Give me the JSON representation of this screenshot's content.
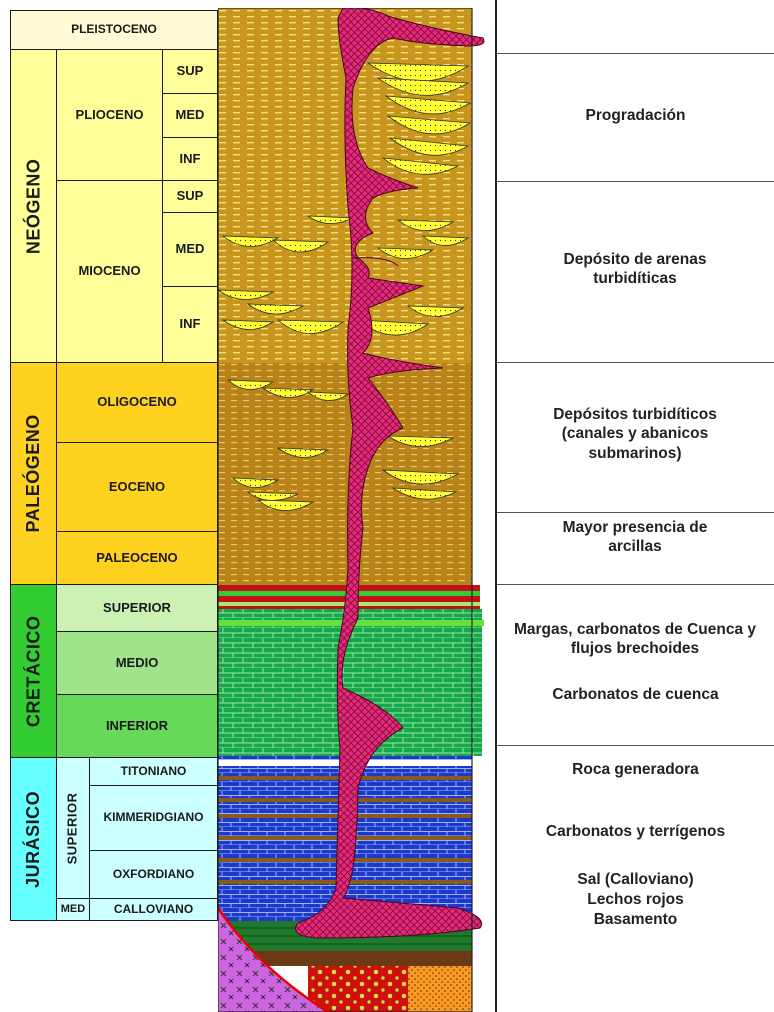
{
  "eras": [
    {
      "name": "PLEISTOCENO"
    },
    {
      "name": "NEÓGENO"
    },
    {
      "name": "PALEÓGENO"
    },
    {
      "name": "CRETÁCICO"
    },
    {
      "name": "JURÁSICO"
    }
  ],
  "epochs": {
    "plioceno": "PLIOCENO",
    "mioceno": "MIOCENO",
    "oligoceno": "OLIGOCENO",
    "eoceno": "EOCENO",
    "paleoceno": "PALEOCENO",
    "superior": "SUPERIOR",
    "medio": "MEDIO",
    "inferior": "INFERIOR",
    "jur_superior": "SUPERIOR",
    "jur_med": "MED"
  },
  "subdivisions": {
    "plio_sup": "SUP",
    "plio_med": "MED",
    "plio_inf": "INF",
    "mio_sup": "SUP",
    "mio_med": "MED",
    "mio_inf": "INF",
    "titoniano": "TITONIANO",
    "kimmeridgiano": "KIMMERIDGIANO",
    "oxfordiano": "OXFORDIANO",
    "calloviano": "CALLOVIANO"
  },
  "descriptions": {
    "progradacion": "Progradación",
    "arenas": "Depósito de arenas turbidíticas",
    "turbiditicos": "Depósitos turbidíticos (canales y abanicos submarinos)",
    "arcillas": "Mayor presencia de arcillas",
    "margas": "Margas, carbonatos de Cuenca y flujos brechoides",
    "carbonatos_cuenca": "Carbonatos de cuenca",
    "roca": "Roca generadora",
    "terrigenos": "Carbonatos y terrígenos",
    "sal": "Sal (Calloviano)",
    "lechos": "Lechos rojos",
    "basamento": "Basamento"
  },
  "colors": {
    "pleistoceno": "#fffbd6",
    "neogeno": "#ffff99",
    "paleogeno": "#ffd21f",
    "cretacico_era": "#33cc33",
    "cretacico_sup": "#ccf2b3",
    "cretacico_med": "#9fe38a",
    "cretacico_inf": "#66d95a",
    "jurasico": "#66ffff",
    "jurasico_sub": "#ccffff",
    "sediment": "#c8961e",
    "salt": "#e82a7a",
    "sand": "#ffff33",
    "carbonate_green": "#15a84a",
    "carbonate_blue": "#1c39c9"
  }
}
